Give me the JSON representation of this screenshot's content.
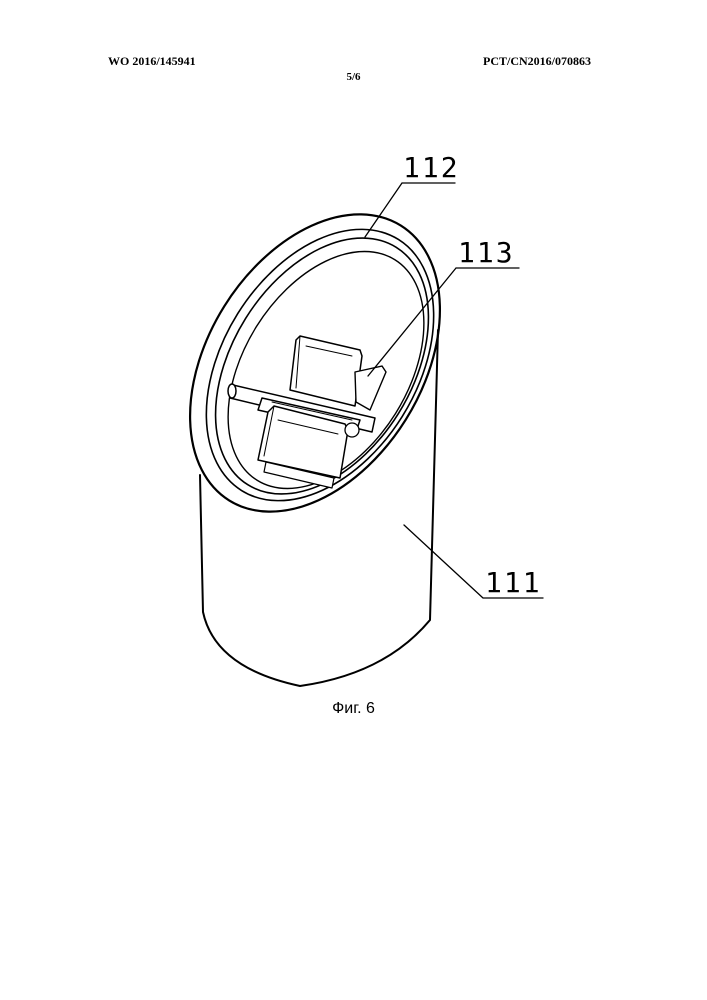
{
  "header": {
    "publication_number": "WO 2016/145941",
    "application_number": "PCT/CN2016/070863",
    "page": "5/6"
  },
  "figure": {
    "labels": {
      "ref_112": "112",
      "ref_113": "113",
      "ref_111": "111"
    },
    "caption": "Фиг. 6"
  }
}
